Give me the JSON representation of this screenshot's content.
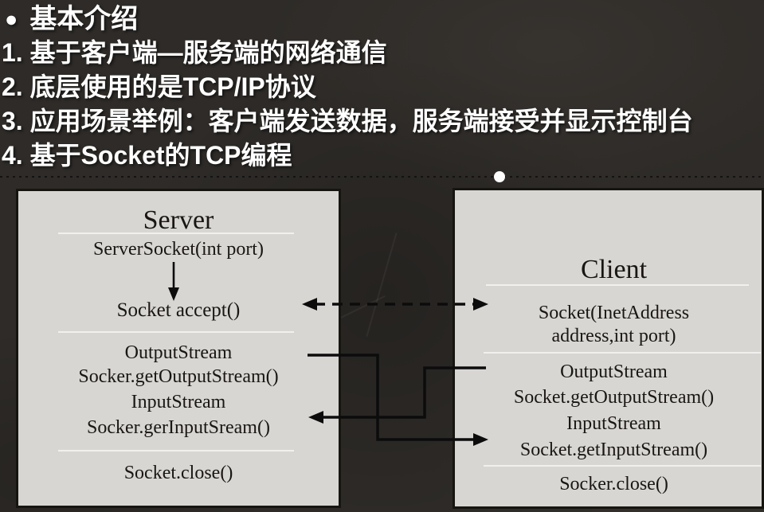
{
  "colors": {
    "background": "#2e2b28",
    "panel_fill": "#d8d6d3",
    "panel_border": "#17150f",
    "panel_text": "#191613",
    "heading_text": "#ffffff",
    "separator_line": "#f2f0ec",
    "arrow": "#0c0c0c",
    "pointer_dot": "#fdfdfd"
  },
  "intro": {
    "bullet": "●",
    "title": "基本介绍",
    "items": [
      "1. 基于客户端—服务端的网络通信",
      "2. 底层使用的是TCP/IP协议",
      "3. 应用场景举例：客户端发送数据，服务端接受并显示控制台",
      "4. 基于Socket的TCP编程"
    ]
  },
  "server": {
    "title": "Server",
    "lines": [
      "ServerSocket(int port)",
      "Socket accept()",
      "OutputStream",
      "Socker.getOutputStream()",
      "InputStream",
      "Socker.gerInputSream()",
      "Socket.close()"
    ]
  },
  "client": {
    "title": "Client",
    "lines": [
      "Socket(InetAddress",
      "address,int port)",
      "OutputStream",
      "Socket.getOutputStream()",
      "InputStream",
      "Socket.getInputStream()",
      "Socker.close()"
    ]
  }
}
